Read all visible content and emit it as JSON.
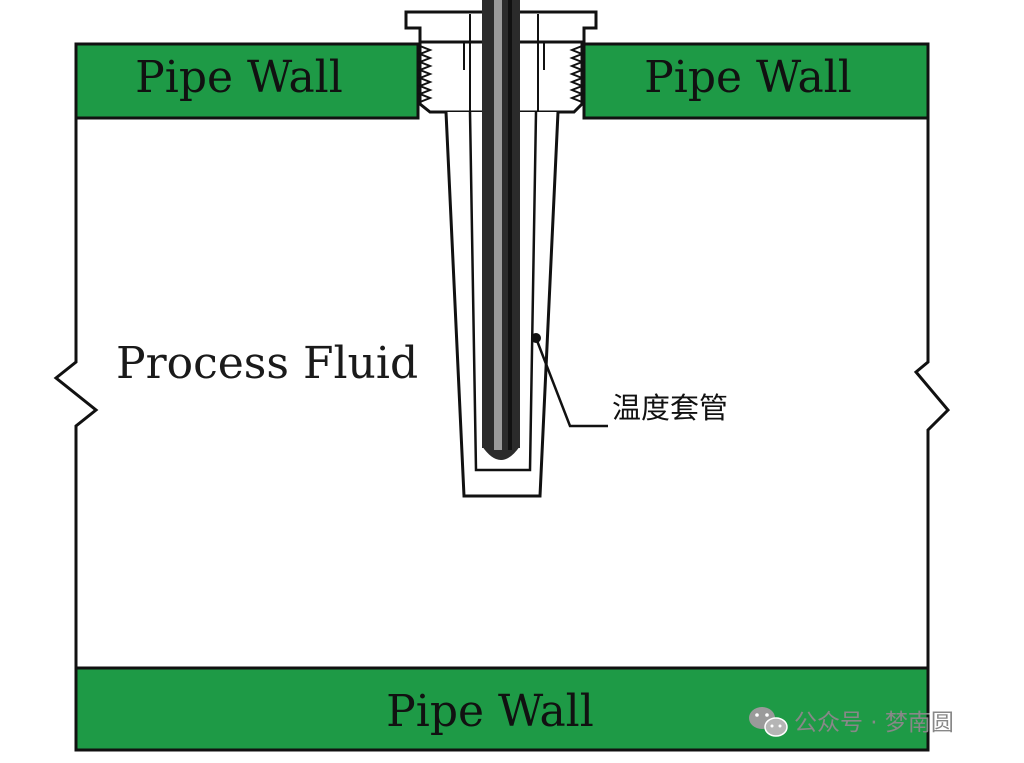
{
  "labels": {
    "pipe_wall_top_left": "Pipe Wall",
    "pipe_wall_top_right": "Pipe Wall",
    "pipe_wall_bottom": "Pipe Wall",
    "process_fluid": "Process Fluid",
    "thermowell": "温度套管"
  },
  "watermark": {
    "text": "公众号 · 梦南圆",
    "icon": "wechat-icon"
  },
  "colors": {
    "wall_fill": "#1e9a46",
    "outline": "#111111",
    "sensor_rod": "#2b2b2b",
    "background": "#ffffff"
  }
}
